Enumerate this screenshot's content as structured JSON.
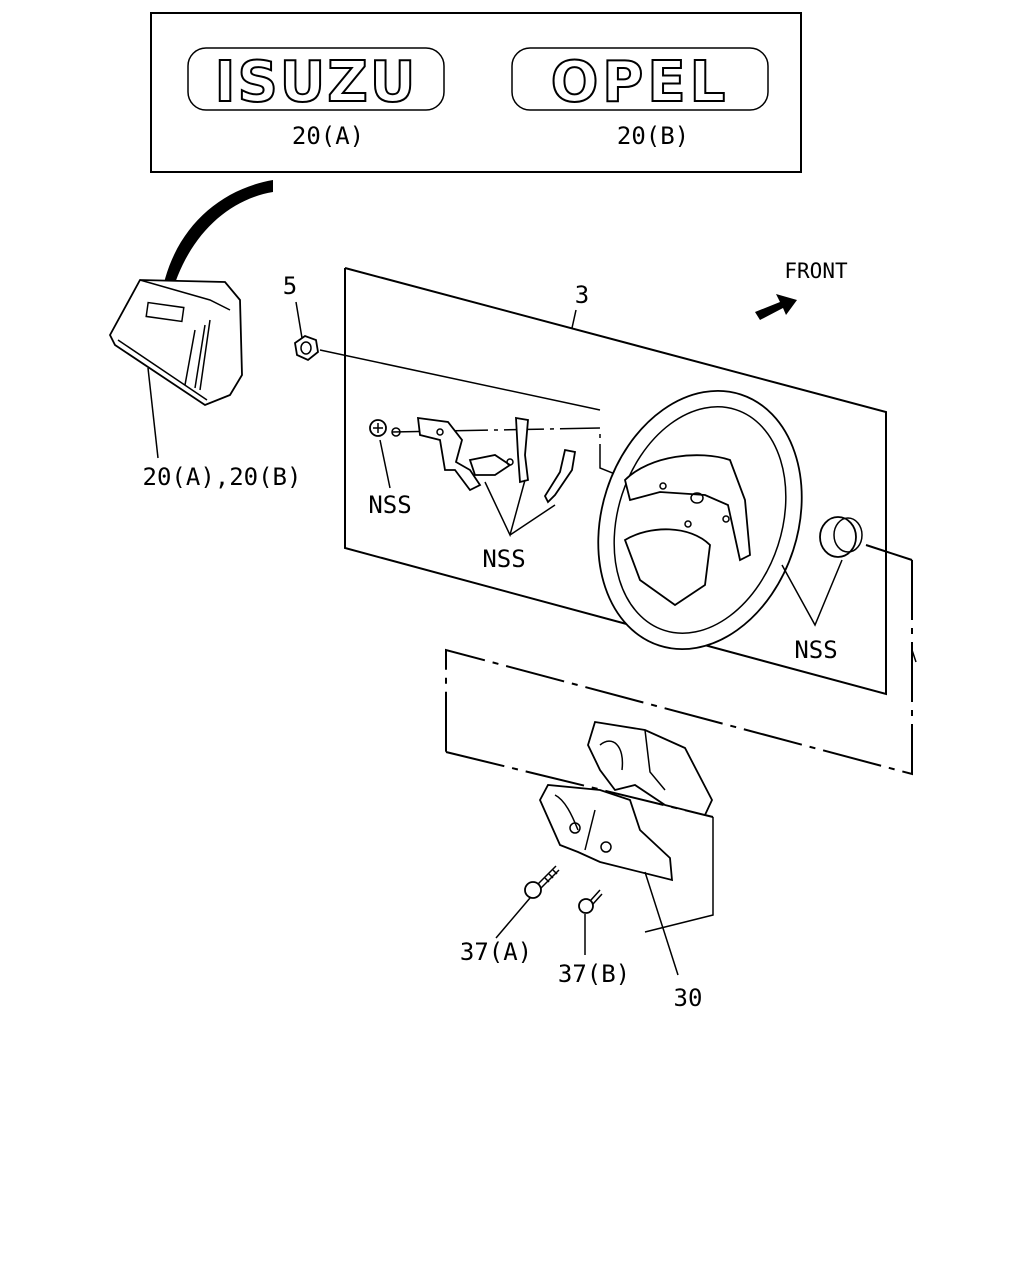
{
  "logos": {
    "isuzu": {
      "text": "ISUZU",
      "label": "20(A)"
    },
    "opel": {
      "text": "OPEL",
      "label": "20(B)"
    }
  },
  "labels": {
    "pad": "20(A),20(B)",
    "nut": "5",
    "wheel_assy": "3",
    "front": "FRONT",
    "nss_screw": "NSS",
    "nss_brackets": "NSS",
    "nss_ring": "NSS",
    "screw_a": "37(A)",
    "screw_b": "37(B)",
    "column_cover": "30"
  }
}
